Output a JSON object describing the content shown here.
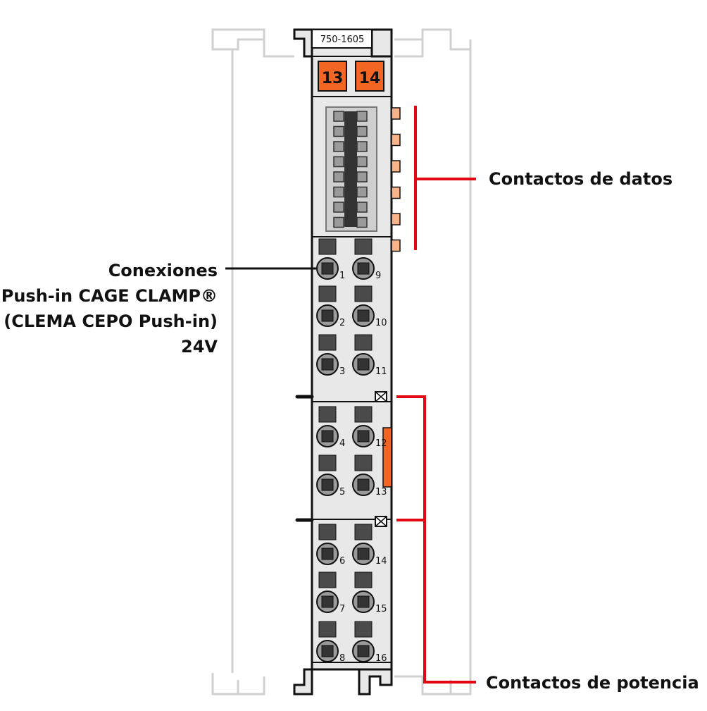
{
  "module": {
    "part_number": "750-1605",
    "marker_left": "13",
    "marker_right": "14"
  },
  "labels": {
    "data_contacts": "Contactos de datos",
    "power_contacts": "Contactos de potencia",
    "connections_line1": "Conexiones",
    "connections_line2": "Push-in CAGE CLAMP®",
    "connections_line3": "(CLEMA CEPO Push-in)",
    "connections_line4": "24V"
  },
  "terminals": {
    "left": [
      "1",
      "2",
      "3",
      "4",
      "5",
      "6",
      "7",
      "8"
    ],
    "right": [
      "9",
      "10",
      "11",
      "12",
      "13",
      "14",
      "15",
      "16"
    ]
  },
  "colors": {
    "housing": "#e8e8e8",
    "outline": "#111111",
    "ghost_outline": "#d0d0d0",
    "marker_orange": "#f26522",
    "contact_peach": "#f7b48a",
    "callout_red": "#e30613",
    "terminal_dark": "#4a4a4a",
    "terminal_gray": "#9a9a9a"
  }
}
